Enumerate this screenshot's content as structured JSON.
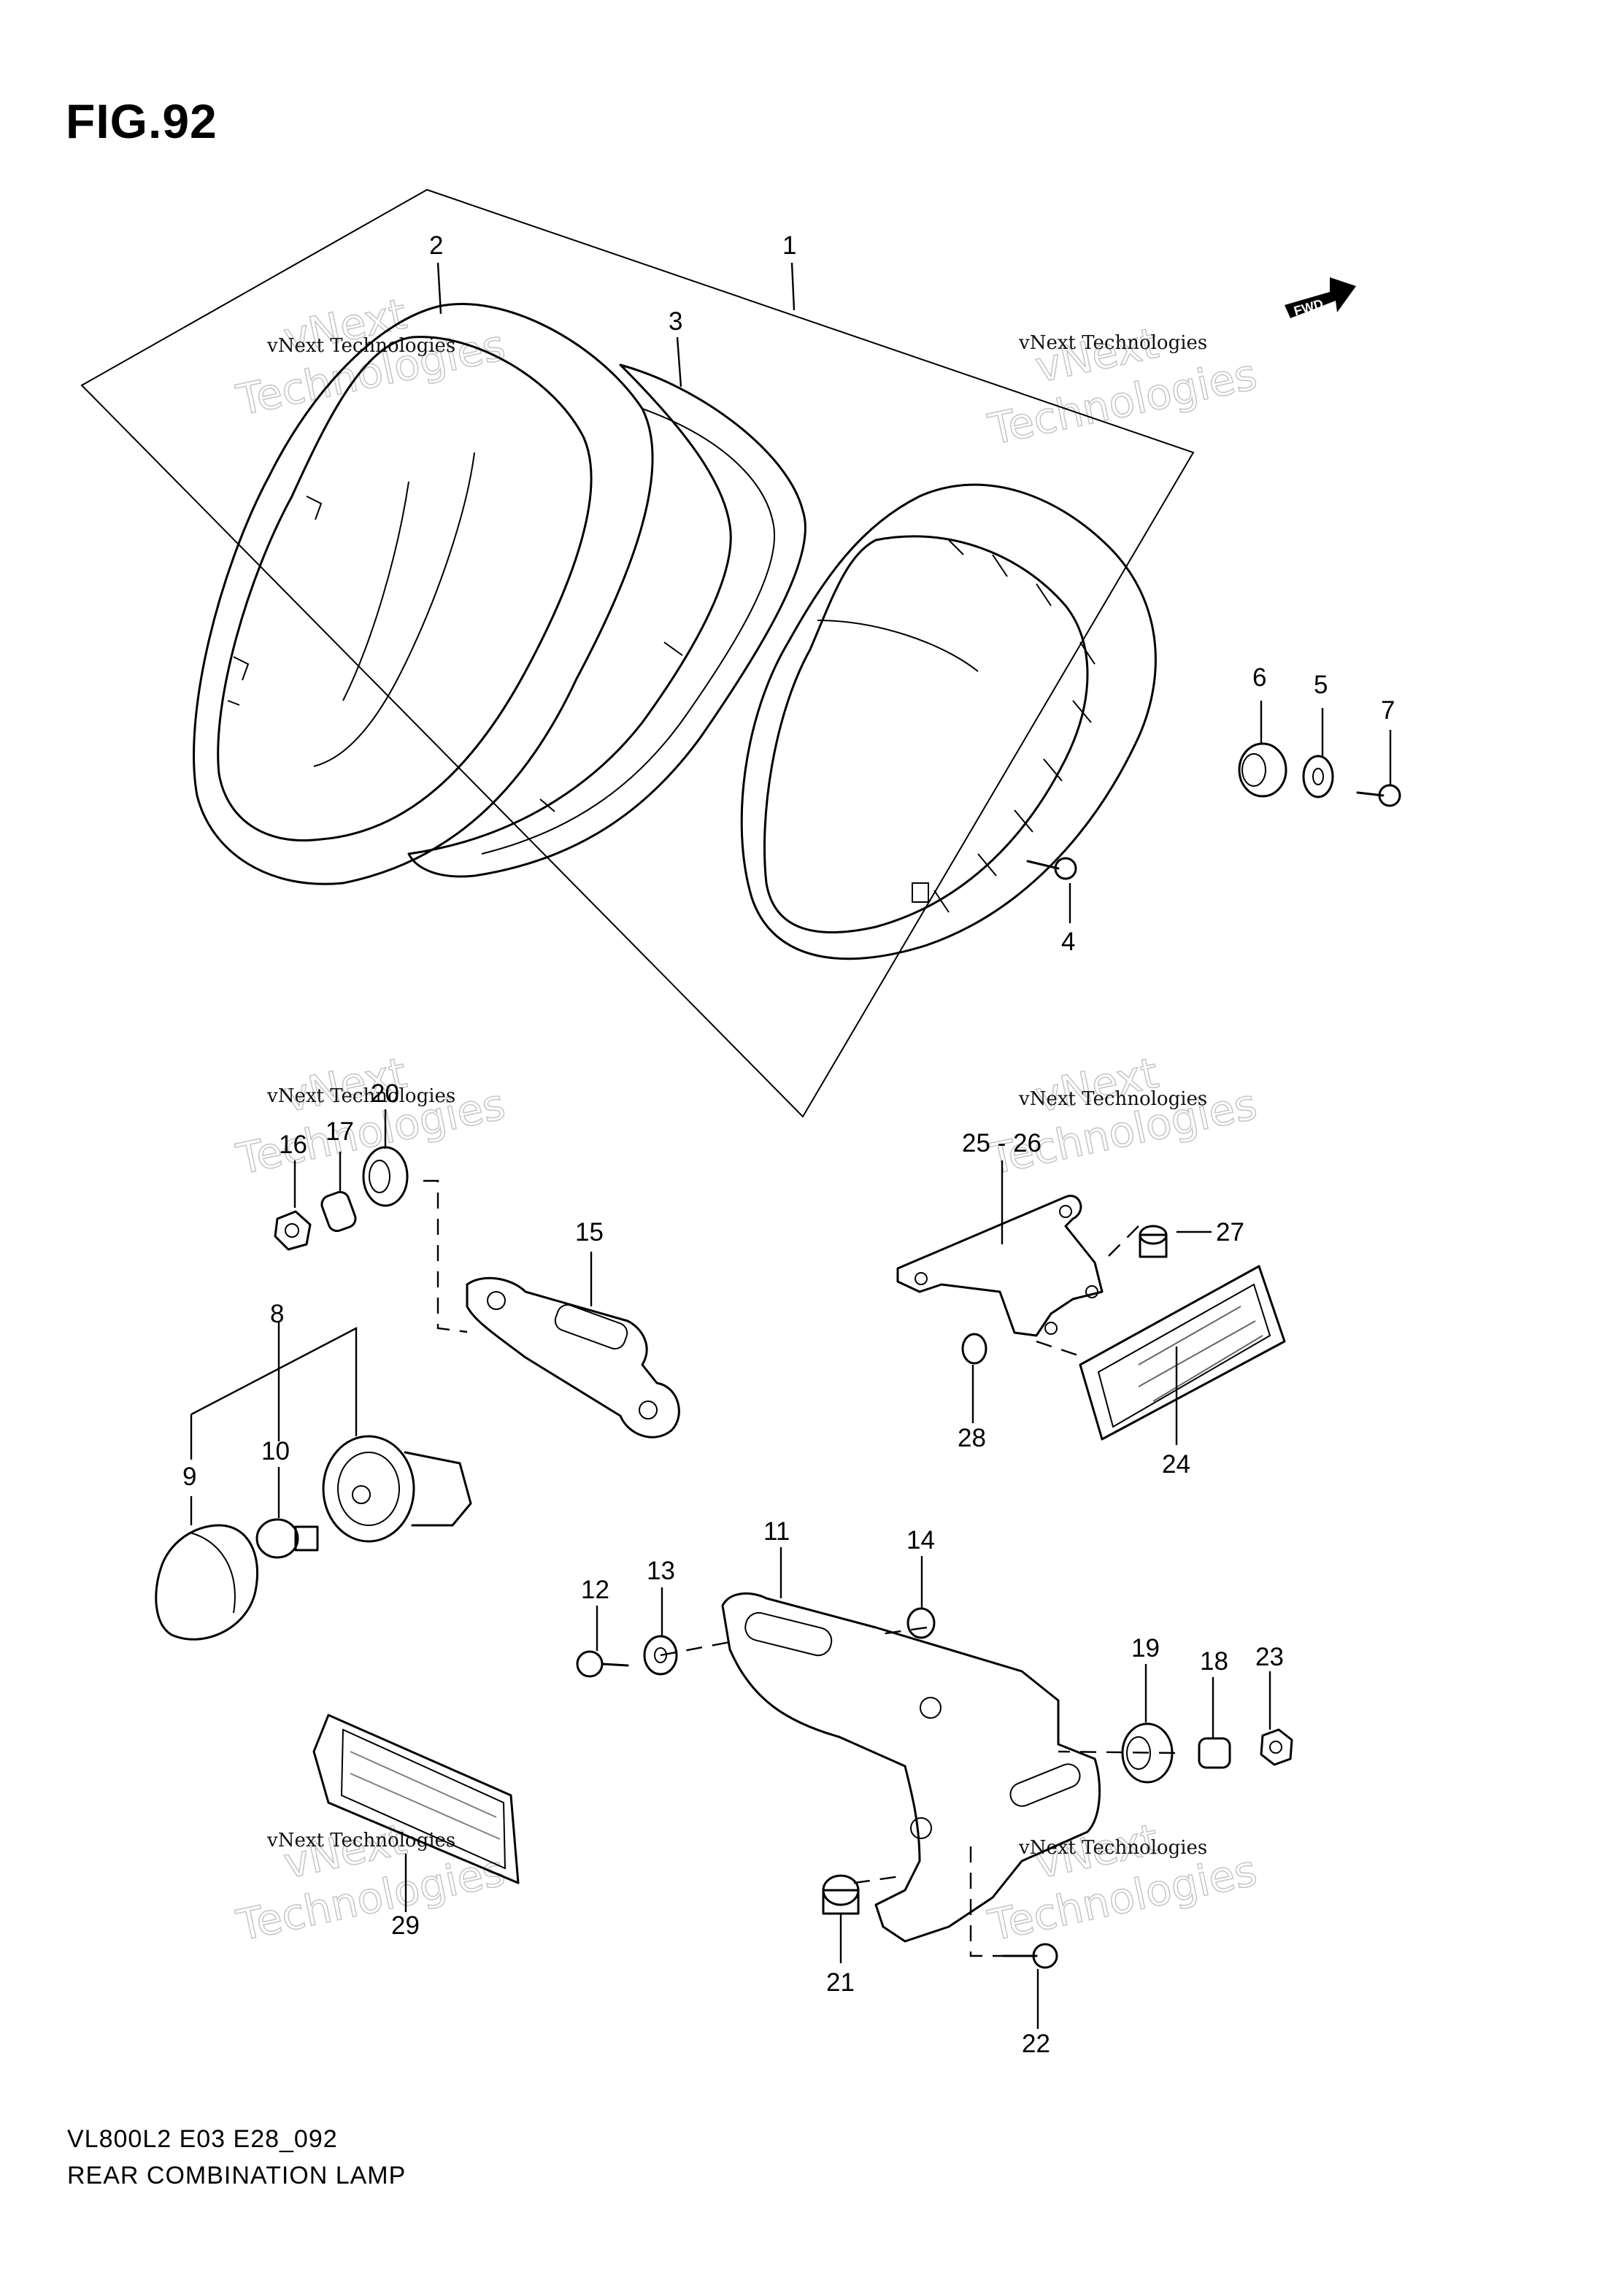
{
  "figure": {
    "title": "FIG.92",
    "model_code": "VL800L2 E03 E28_092",
    "caption": "REAR COMBINATION LAMP",
    "fwd_label": "FWD"
  },
  "watermark": {
    "small": "vNext Technologies",
    "big_top": "vNext",
    "big_bottom": "Technologies"
  },
  "callouts": [
    "1",
    "2",
    "3",
    "4",
    "5",
    "6",
    "7",
    "8",
    "9",
    "10",
    "11",
    "12",
    "13",
    "14",
    "15",
    "16",
    "17",
    "18",
    "19",
    "20",
    "21",
    "22",
    "23",
    "24",
    "25 - 26",
    "27",
    "28",
    "29"
  ]
}
